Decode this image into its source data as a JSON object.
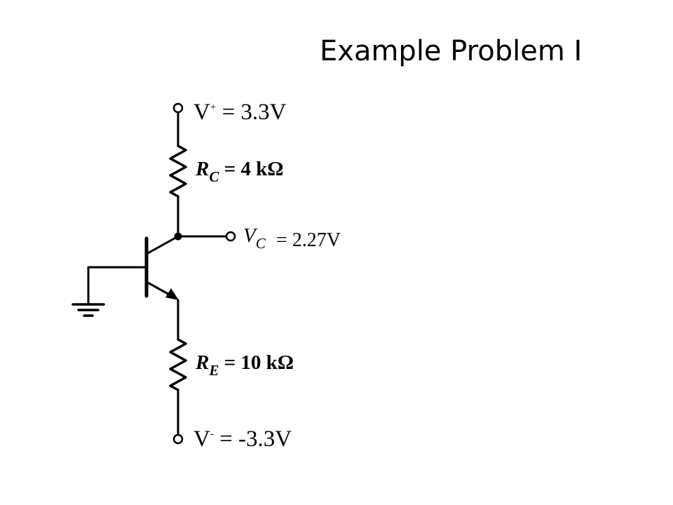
{
  "slide": {
    "title": "Example Problem I"
  },
  "circuit": {
    "vplus": {
      "symbol": "V",
      "superscript": "+",
      "rest": " = 3.3V"
    },
    "rc": {
      "symbol": "R",
      "subscript": "C",
      "rest": " = 4 kΩ"
    },
    "vc": {
      "symbol": "V",
      "subscript": "C",
      "rest": "= 2.27V"
    },
    "re": {
      "symbol": "R",
      "subscript": "E",
      "rest": " = 10 kΩ"
    },
    "vminus": {
      "symbol": "V",
      "superscript": "-",
      "rest": " = -3.3V"
    }
  }
}
